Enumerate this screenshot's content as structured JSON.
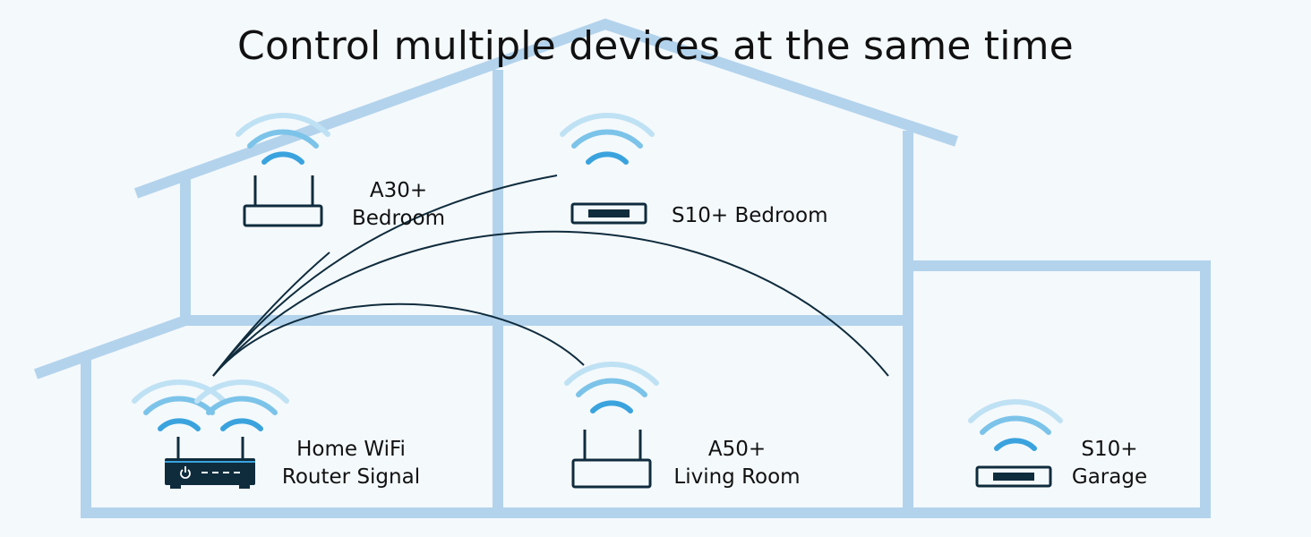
{
  "title": "Control multiple devices at the same time",
  "colors": {
    "house": "#b3d3ec",
    "wave_strong": "#3aa3de",
    "wave_mid": "#7cc3e9",
    "wave_light": "#bfe1f4",
    "device_dark": "#0f2c3d",
    "link_line": "#0f2c3d",
    "background": "#f4f9fc"
  },
  "devices": {
    "router": {
      "icon": "wifi-router-icon",
      "line1": "Home WiFi",
      "line2": "Router Signal"
    },
    "a30": {
      "icon": "antenna-device-icon",
      "line1": "A30+",
      "line2": "Bedroom"
    },
    "s10_bedroom": {
      "icon": "soundbar-device-icon",
      "line1": "S10+ Bedroom"
    },
    "a50": {
      "icon": "antenna-device-icon",
      "line1": "A50+",
      "line2": "Living Room"
    },
    "s10_garage": {
      "icon": "soundbar-device-icon",
      "line1": "S10+",
      "line2": "Garage"
    }
  }
}
